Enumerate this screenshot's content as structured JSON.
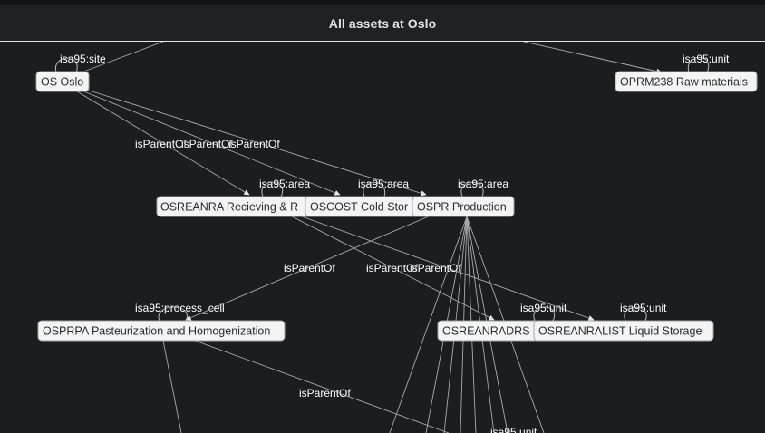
{
  "header": {
    "title": "All assets at Oslo"
  },
  "nodes": {
    "os_oslo": "OS Oslo",
    "oprm238": "OPRM238 Raw materials",
    "osreanra": "OSREANRA Recieving & R",
    "oscost": "OSCOST Cold Stor",
    "ospr": "OSPR Production",
    "osprpa": "OSPRPA Pasteurization and Homogenization",
    "osreanradrs": "OSREANRADRS",
    "osreanralist": "OSREANRALIST Liquid Storage"
  },
  "edge_labels": {
    "site": "isa95:site",
    "unit_oprm": "isa95:unit",
    "parent_os_1": "isParentOf",
    "parent_os_2": "isParentOf",
    "parent_os_3": "isParentOf",
    "area_osreanra": "isa95:area",
    "area_oscost": "isa95:area",
    "area_ospr": "isa95:area",
    "parent_ospr_osprpa": "isParentOf",
    "parent_mid_1": "isParentOf",
    "parent_mid_2": "isParentOf",
    "process_cell": "isa95:process_cell",
    "unit_adrs": "isa95:unit",
    "unit_list": "isa95:unit",
    "parent_osprpa": "isParentOf",
    "unit_bottom": "isa95:unit"
  }
}
